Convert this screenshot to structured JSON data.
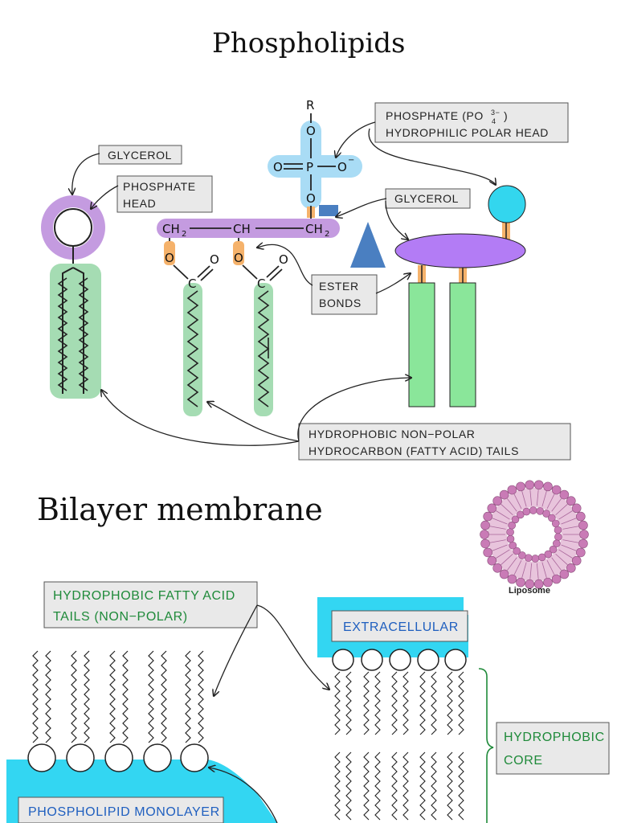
{
  "titles": {
    "main": "Phospholipids",
    "bilayer": "Bilayer membrane"
  },
  "labels": {
    "glycerol_left": "GLYCEROL",
    "phosphate_head_1": "PHOSPHATE",
    "phosphate_head_2": "HEAD",
    "phosphate_ion_1": "PHOSPHATE (PO",
    "phosphate_ion_sup": "3−",
    "phosphate_ion_sub": "4",
    "phosphate_ion_close": ")",
    "phosphate_ion_2": "HYDROPHILIC POLAR HEAD",
    "glycerol_right": "GLYCEROL",
    "ester_1": "ESTER",
    "ester_2": "BONDS",
    "hydrophobic_tails_1": "HYDROPHOBIC NON−POLAR",
    "hydrophobic_tails_2": "HYDROCARBON (FATTY ACID) TAILS",
    "fatty_acid_tails_1": "HYDROPHOBIC FATTY ACID",
    "fatty_acid_tails_2": "TAILS (NON−POLAR)",
    "extracellular": "EXTRACELLULAR",
    "hydrophobic_core_1": "HYDROPHOBIC",
    "hydrophobic_core_2": "CORE",
    "monolayer": "PHOSPHOLIPID MONOLAYER",
    "liposome": "Liposome"
  },
  "chemistry": {
    "r_group": "R",
    "oxygen": "O",
    "phosphorus": "P",
    "carbon": "C",
    "ch": "CH",
    "ch2": "CH",
    "ch2_sub": "2",
    "o_minus_sup": "−"
  },
  "colors": {
    "glycerol_purple": "#c49be0",
    "phosphate_blue": "#a9dcf5",
    "tail_green": "#a5dcb3",
    "ester_orange": "#f5b26b",
    "model_head_cyan": "#33d6ee",
    "model_glycerol_violet": "#b37cf5",
    "model_tail_green": "#8ae69a",
    "triangle_blue": "#4a7fc1",
    "water_cyan": "#33d6f2",
    "label_box": "#e9e9e9",
    "liposome_pink": "#c97bb6"
  }
}
